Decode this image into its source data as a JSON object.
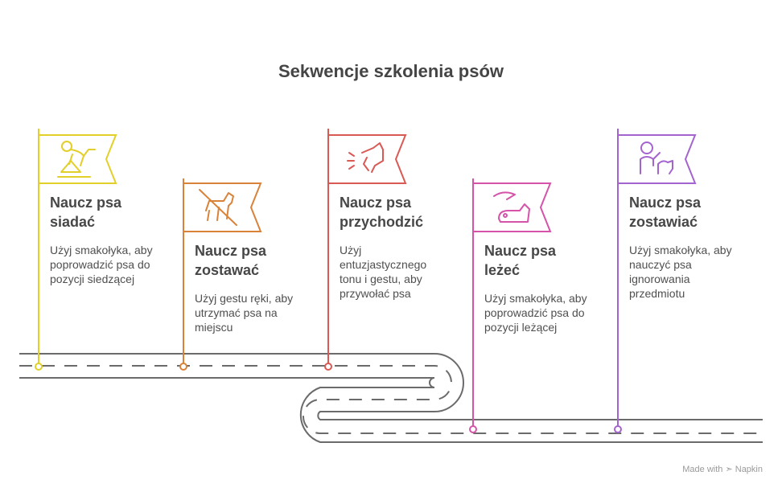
{
  "title": "Sekwencje szkolenia psów",
  "colors": {
    "step1": "#e2cf2a",
    "step2": "#d9833a",
    "step3": "#d95a55",
    "step4": "#d553a8",
    "step5": "#a464cf",
    "road": "#6b6b6b"
  },
  "steps": [
    {
      "title_line1": "Naucz psa",
      "title_line2": "siadać",
      "description": [
        "Użyj smakołyka, aby",
        "poprowadzić psa do",
        "pozycji siedzącej"
      ],
      "icon": "dog-sitting-icon"
    },
    {
      "title_line1": "Naucz psa",
      "title_line2": "zostawać",
      "description": [
        "Użyj gestu ręki, aby",
        "utrzymać psa na",
        "miejscu"
      ],
      "icon": "no-dog-icon"
    },
    {
      "title_line1": "Naucz psa",
      "title_line2": "przychodzić",
      "description": [
        "Użyj",
        "entuzjastycznego",
        "tonu i gestu, aby",
        "przywołać psa"
      ],
      "icon": "dog-barking-icon"
    },
    {
      "title_line1": "Naucz psa",
      "title_line2": "leżeć",
      "description": [
        "Użyj smakołyka, aby",
        "poprowadzić psa do",
        "pozycji leżącej"
      ],
      "icon": "hand-dog-lying-icon"
    },
    {
      "title_line1": "Naucz psa",
      "title_line2": "zostawiać",
      "description": [
        "Użyj smakołyka, aby",
        "nauczyć psa",
        "ignorowania",
        "przedmiotu"
      ],
      "icon": "person-dog-icon"
    }
  ],
  "watermark": {
    "prefix": "Made with",
    "brand": "Napkin"
  }
}
